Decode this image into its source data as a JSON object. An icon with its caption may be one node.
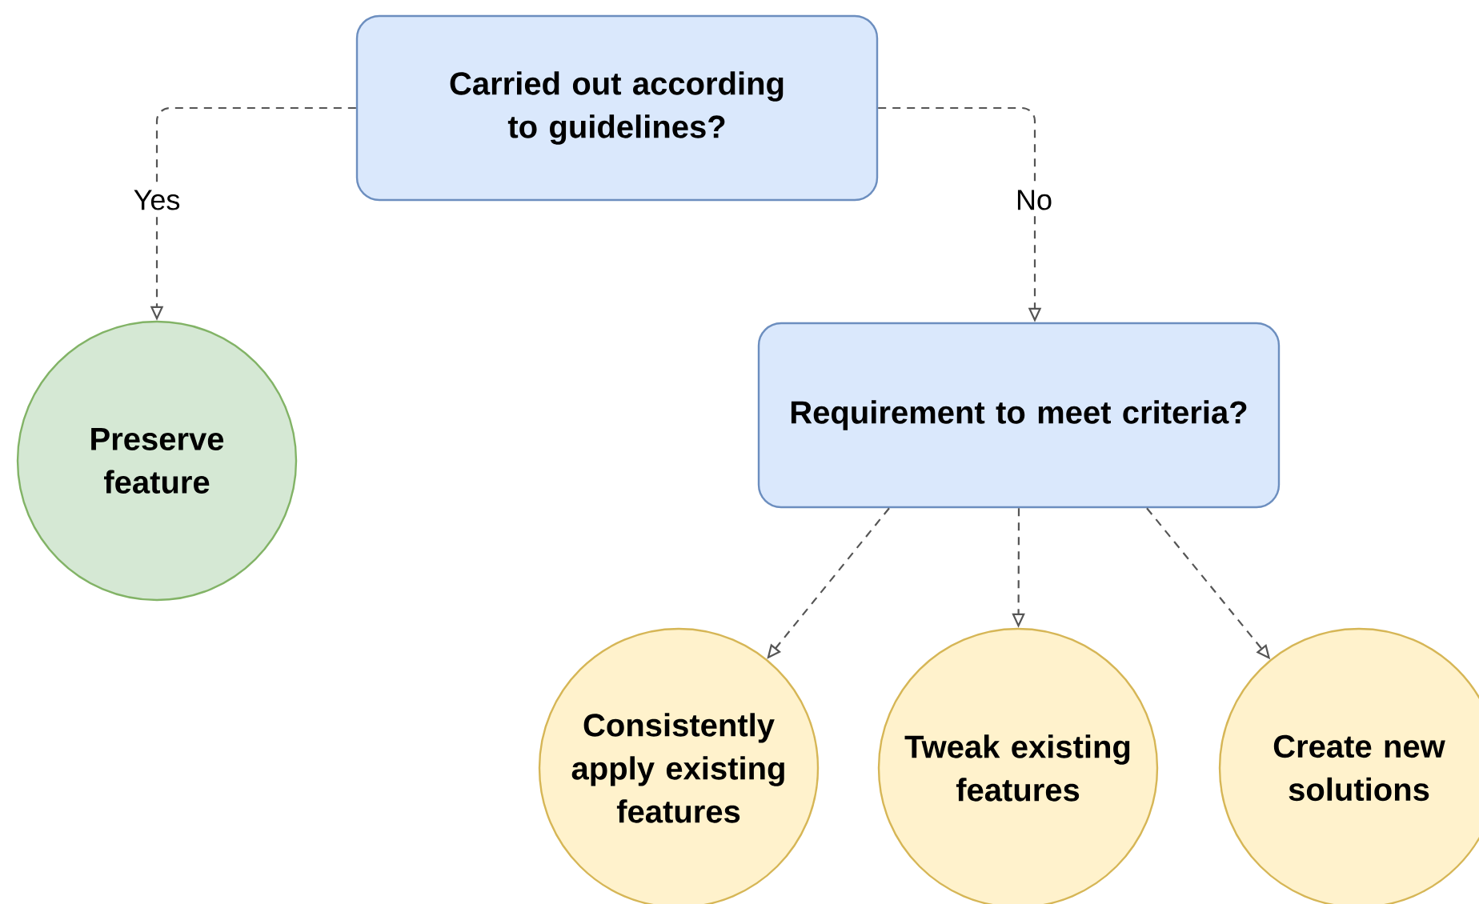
{
  "diagram": {
    "nodes": [
      {
        "text": [
          "Carried out according to guidelines?"
        ]
      },
      {
        "text": [
          "Preserve feature"
        ]
      },
      {
        "text": [
          "Requirement to meet criteria?"
        ]
      },
      {
        "text": [
          "Consistently apply existing features"
        ]
      },
      {
        "text": [
          "Tweak existing features"
        ]
      },
      {
        "text": [
          "Create new solutions"
        ]
      }
    ],
    "edges": [
      {
        "from": 0,
        "to": 1,
        "arrow": "to",
        "label": "Yes",
        "style": "dashed"
      },
      {
        "from": 0,
        "to": 2,
        "arrow": "to",
        "label": "No",
        "style": "dashed"
      },
      {
        "from": 2,
        "to": 3,
        "arrow": "to",
        "style": "dashed"
      },
      {
        "from": 2,
        "to": 4,
        "arrow": "to",
        "style": "dashed"
      },
      {
        "from": 2,
        "to": 5,
        "arrow": "to",
        "style": "dashed"
      }
    ]
  }
}
